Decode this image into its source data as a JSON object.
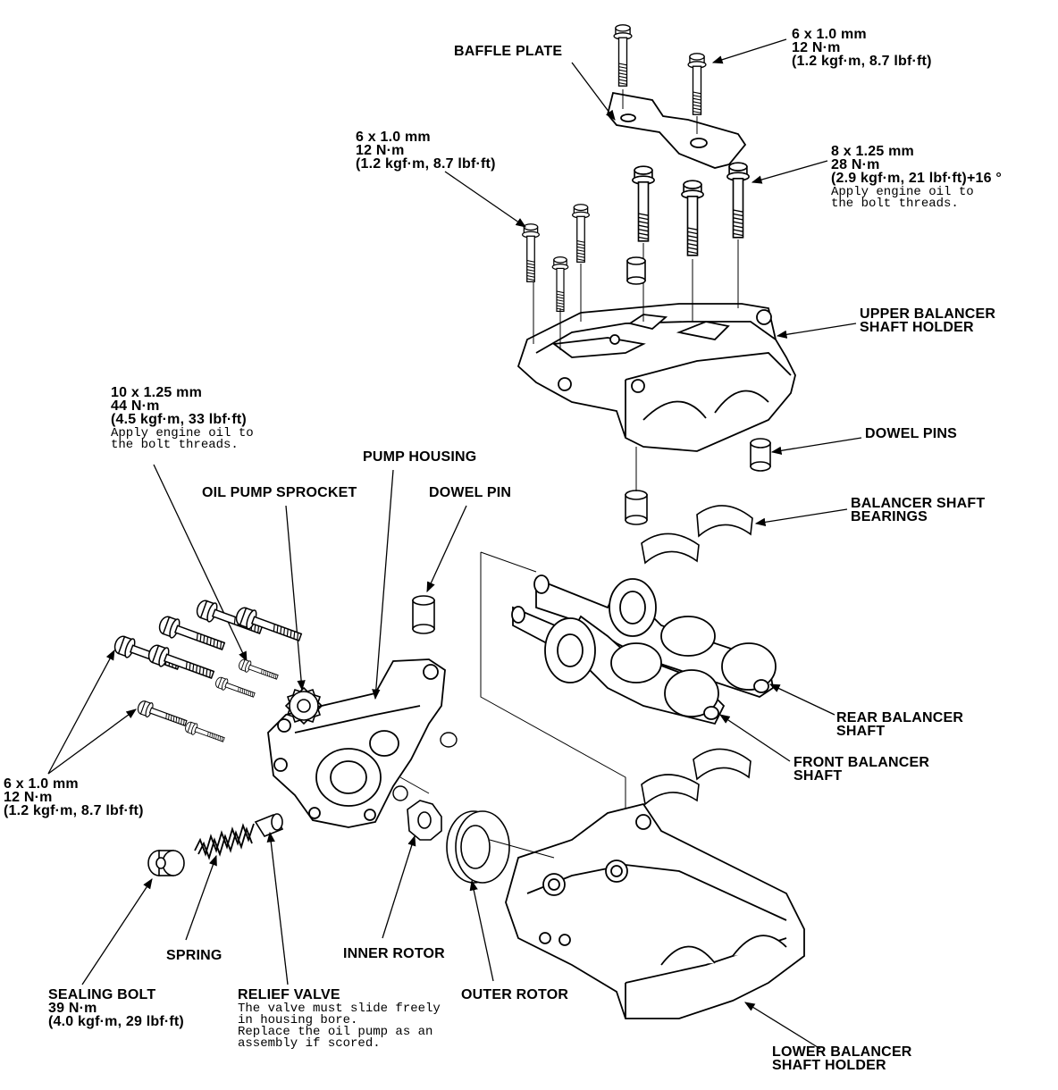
{
  "labels": {
    "baffle_plate": "BAFFLE PLATE",
    "bolt_top_right": [
      "6 x 1.0 mm",
      "12 N·m",
      "(1.2 kgf·m, 8.7 lbf·ft)"
    ],
    "bolt_mid_left": [
      "6 x 1.0 mm",
      "12 N·m",
      "(1.2 kgf·m, 8.7 lbf·ft)"
    ],
    "bolt_8x125": [
      "8 x 1.25 mm",
      "28 N·m",
      "(2.9 kgf·m, 21 lbf·ft)+16 °"
    ],
    "bolt_8x125_note": [
      "Apply engine oil to",
      "the bolt threads."
    ],
    "upper_holder": [
      "UPPER BALANCER",
      "SHAFT HOLDER"
    ],
    "dowel_pins": "DOWEL PINS",
    "bolt_10x125": [
      "10 x 1.25 mm",
      "44 N·m",
      "(4.5 kgf·m, 33 lbf·ft)"
    ],
    "bolt_10x125_note": [
      "Apply engine oil to",
      "the bolt threads."
    ],
    "pump_housing": "PUMP HOUSING",
    "oil_pump_sprocket": "OIL PUMP SPROCKET",
    "dowel_pin": "DOWEL PIN",
    "bearings": [
      "BALANCER SHAFT",
      "BEARINGS"
    ],
    "rear_shaft": [
      "REAR BALANCER",
      "SHAFT"
    ],
    "front_shaft": [
      "FRONT BALANCER",
      "SHAFT"
    ],
    "bolt_bottom_left": [
      "6 x 1.0 mm",
      "12 N·m",
      "(1.2 kgf·m, 8.7 lbf·ft)"
    ],
    "spring": "SPRING",
    "inner_rotor": "INNER ROTOR",
    "outer_rotor": "OUTER ROTOR",
    "sealing_bolt": [
      "SEALING BOLT",
      "39 N·m",
      "(4.0 kgf·m, 29 lbf·ft)"
    ],
    "relief_valve": "RELIEF VALVE",
    "relief_valve_note": [
      "The valve must slide freely",
      "in housing bore.",
      "Replace the oil pump as an",
      "assembly if scored."
    ],
    "lower_holder": [
      "LOWER BALANCER",
      "SHAFT HOLDER"
    ]
  }
}
